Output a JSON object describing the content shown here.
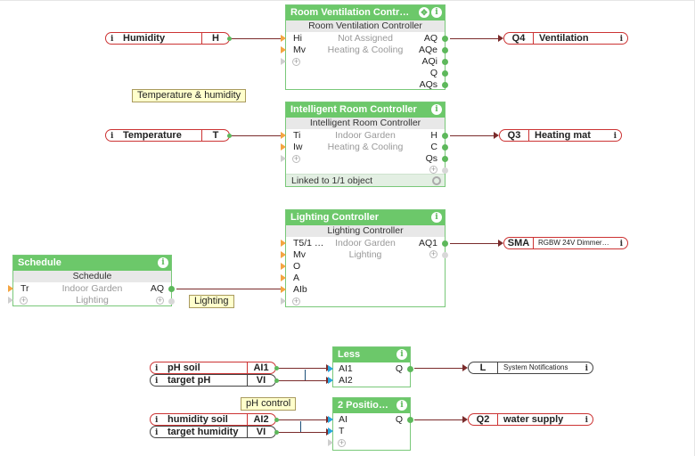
{
  "colors": {
    "block_header": "#6cc86a",
    "connector": "#7a2b2b",
    "input_port": "#f4a541",
    "output_port": "#5db85b",
    "analog_port": "#29a5dd"
  },
  "blocks": {
    "rvc": {
      "title": "Room Ventilation Contr…",
      "subtitle": "Room Ventilation Controller",
      "inputs": [
        "Hi",
        "Mv"
      ],
      "center": [
        "Not Assigned",
        "Heating & Cooling"
      ],
      "outputs": [
        "AQ",
        "AQe",
        "AQi",
        "Q",
        "AQs"
      ]
    },
    "irc": {
      "title": "Intelligent Room Controller",
      "subtitle": "Intelligent Room Controller",
      "inputs": [
        "Ti",
        "Iw"
      ],
      "center": [
        "Indoor Garden",
        "Heating & Cooling"
      ],
      "outputs": [
        "H",
        "C",
        "Qs"
      ],
      "linked": "Linked to 1/1 object"
    },
    "lc": {
      "title": "Lighting Controller",
      "subtitle": "Lighting Controller",
      "inputs": [
        "T5/1 …",
        "Mv",
        "O",
        "A",
        "AIb"
      ],
      "center": [
        "Indoor Garden",
        "Lighting"
      ],
      "outputs": [
        "AQ1"
      ]
    },
    "sched": {
      "title": "Schedule",
      "subtitle": "Schedule",
      "inputs": [
        "Tr"
      ],
      "center": [
        "Indoor Garden",
        "Lighting"
      ],
      "outputs": [
        "AQ"
      ]
    },
    "less": {
      "title": "Less",
      "inputs": [
        "AI1",
        "AI2"
      ],
      "outputs": [
        "Q"
      ]
    },
    "twopos": {
      "title": "2 Positio…",
      "inputs": [
        "AI",
        "T"
      ],
      "outputs": [
        "Q"
      ]
    }
  },
  "io": {
    "humidity": {
      "name": "Humidity",
      "code": "H"
    },
    "temperature": {
      "name": "Temperature",
      "code": "T"
    },
    "ventilation": {
      "code": "Q4",
      "name": "Ventilation"
    },
    "heating_mat": {
      "code": "Q3",
      "name": "Heating mat"
    },
    "rgbw": {
      "code": "SMA",
      "name": "RGBW 24V Dimmer…"
    },
    "ph_soil": {
      "name": "pH soil",
      "code": "AI1"
    },
    "target_ph": {
      "name": "target pH",
      "code": "VI"
    },
    "sys_notif": {
      "code": "L",
      "name": "System Notifications"
    },
    "humidity_soil": {
      "name": "humidity soil",
      "code": "AI2"
    },
    "target_humidity": {
      "name": "target humidity",
      "code": "VI"
    },
    "water_supply": {
      "code": "Q2",
      "name": "water supply"
    }
  },
  "comments": {
    "temp_humidity": "Temperature & humidity",
    "lighting": "Lighting",
    "ph_control": "pH control"
  },
  "icons": {
    "info": "info-icon",
    "move": "move-icon",
    "add": "plus-icon",
    "settings": "gear-icon"
  }
}
